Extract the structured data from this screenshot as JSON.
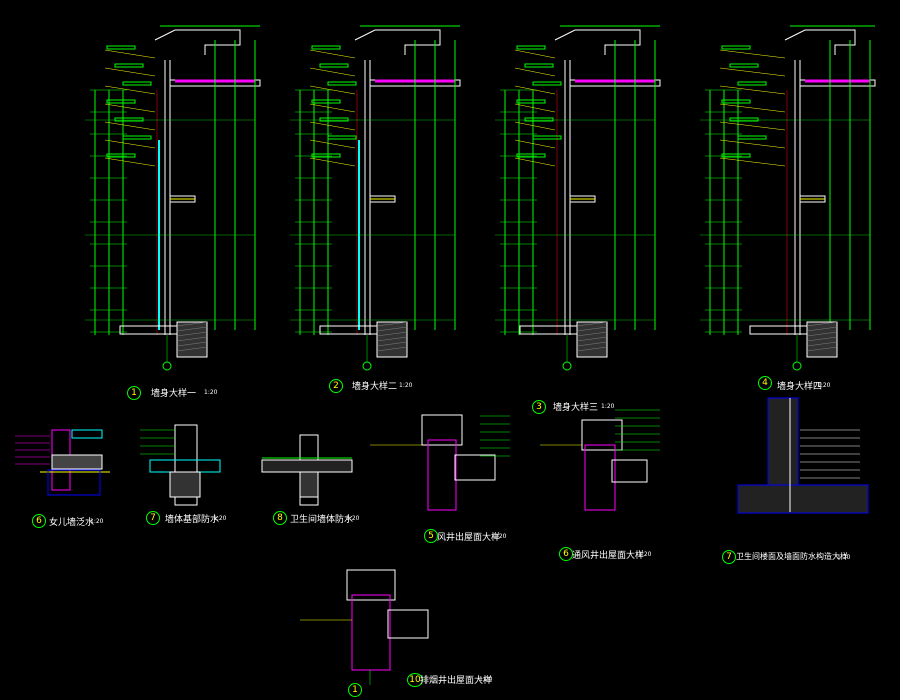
{
  "colors": {
    "background": "#000000",
    "dimension": "#00ff00",
    "wall": "#ffffff",
    "insulation": "#00ffff",
    "annotation": "#ffff00",
    "accent": "#ff00ff",
    "hatch": "#808080",
    "leader": "#ff0000",
    "panel": "#0000ff"
  },
  "details": [
    {
      "number": "1",
      "title": "墙身大样一",
      "scale": "1:20"
    },
    {
      "number": "2",
      "title": "墙身大样二",
      "scale": "1:20"
    },
    {
      "number": "3",
      "title": "墙身大样三",
      "scale": "1:20"
    },
    {
      "number": "4",
      "title": "墙身大样四",
      "scale": "1:20"
    },
    {
      "number": "6",
      "title": "女儿墙泛水",
      "scale": "1:20"
    },
    {
      "number": "7",
      "title": "墙体基部防水",
      "scale": "1:20"
    },
    {
      "number": "8",
      "title": "卫生间墙体防水",
      "scale": "1:20"
    },
    {
      "number": "5",
      "title": "风井出屋面大样",
      "scale": "1:20"
    },
    {
      "number": "6",
      "title": "通风井出屋面大样",
      "scale": "1:20"
    },
    {
      "number": "7",
      "title": "卫生间楼面及墙面防水构造大样",
      "scale": "1:20"
    },
    {
      "number": "10",
      "title": "排烟井出屋面大样",
      "scale": "1:20"
    },
    {
      "number": "1",
      "title": "",
      "scale": ""
    }
  ]
}
